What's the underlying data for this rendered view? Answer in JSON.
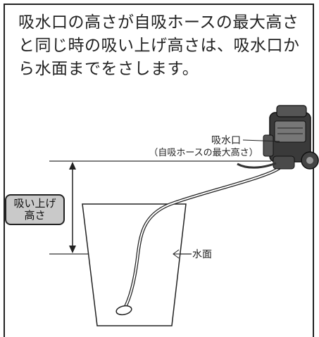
{
  "description_lines": [
    "吸水口の高さが自吸ホースの最大高さ",
    "と同じ時の吸い上げ高さは、吸水口か",
    "ら水面までをさします。"
  ],
  "labels": {
    "intake_port": "吸水口",
    "intake_port_note": "（自吸ホースの最大高さ）",
    "water_surface": "水面",
    "suction_height_line1": "吸い上げ",
    "suction_height_line2": "高さ"
  }
}
